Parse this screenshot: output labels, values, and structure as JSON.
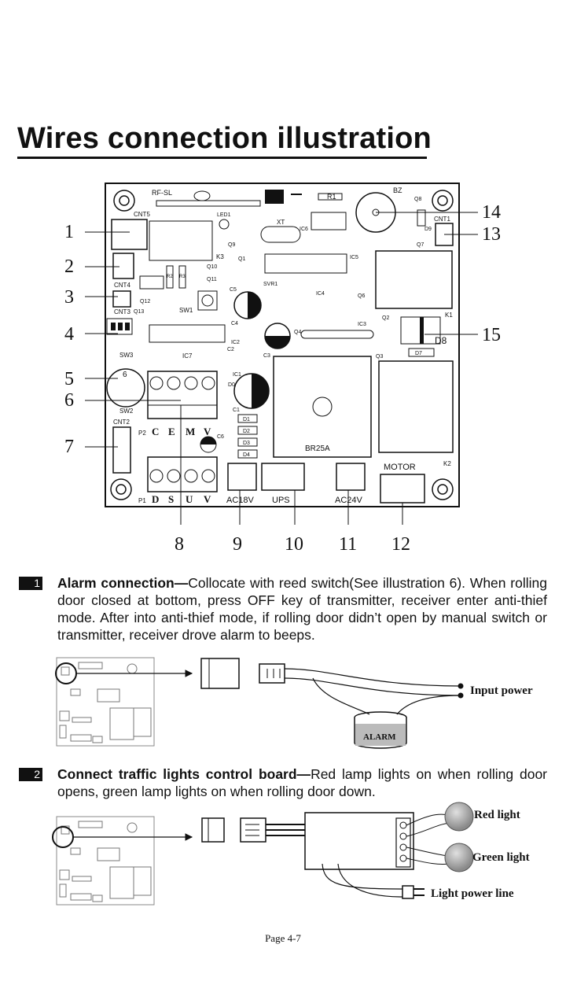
{
  "title": "Wires connection illustration",
  "board": {
    "labels": {
      "rfsl": "RF-SL",
      "cnt5": "CNT5",
      "led1": "LED1",
      "r1": "R1",
      "bz": "BZ",
      "q8": "Q8",
      "cnt1": "CNT1",
      "xt": "XT",
      "ic6": "IC6",
      "k3": "K3",
      "q9": "Q9",
      "q1": "Q1",
      "ic5": "IC5",
      "q7": "Q7",
      "d9": "D9",
      "cnt4": "CNT4",
      "cnt3": "CNT3",
      "q10": "Q10",
      "q11": "Q11",
      "q12": "Q12",
      "q13": "Q13",
      "sw1": "SW1",
      "c5": "C5",
      "svr1": "SVR1",
      "c4": "C4",
      "ic4": "IC4",
      "q6": "Q6",
      "q2": "Q2",
      "ic3": "IC3",
      "k1": "K1",
      "sw3": "SW3",
      "ic2": "IC2",
      "c2": "C2",
      "c3": "C3",
      "q4": "Q4",
      "d8": "D8",
      "d7": "D7",
      "q3": "Q3",
      "ic7": "IC7",
      "ic1": "IC1",
      "c1": "C1",
      "d1": "D1",
      "d2": "D2",
      "d3": "D3",
      "d4": "D4",
      "d0": "D0",
      "sw2": "SW2",
      "cnt2": "CNT2",
      "p2": "P2",
      "p1": "P1",
      "c6": "C6",
      "br25a": "BR25A",
      "k2": "K2",
      "motor": "MOTOR",
      "ac18v": "AC18V",
      "ups": "UPS",
      "ac24v": "AC24V",
      "r2": "R2",
      "r3": "R3",
      "sw2_digit": "6"
    },
    "p2_pins": [
      "C",
      "E",
      "M",
      "V"
    ],
    "p1_pins": [
      "D",
      "S",
      "U",
      "V"
    ],
    "callouts": [
      "1",
      "2",
      "3",
      "4",
      "5",
      "6",
      "7",
      "8",
      "9",
      "10",
      "11",
      "12",
      "13",
      "14",
      "15"
    ]
  },
  "sections": [
    {
      "number": "1",
      "heading": "Alarm connection—",
      "body": "Collocate with reed switch(See illustration 6). When rolling door closed at bottom, press OFF key of transmitter, receiver enter anti-thief mode. After into anti-thief mode, if rolling door didn’t open by manual switch or transmitter, receiver drove alarm to beeps.",
      "figure": {
        "input_power": "Input power",
        "alarm": "ALARM"
      }
    },
    {
      "number": "2",
      "heading": "Connect traffic lights control board—",
      "body": "Red lamp lights on when rolling door opens, green lamp lights on when rolling door down.",
      "figure": {
        "red": "Red light",
        "green": "Green light",
        "power": "Light power line"
      }
    }
  ],
  "page_number": "Page 4-7",
  "colors": {
    "ink": "#111111",
    "paper": "#ffffff"
  }
}
